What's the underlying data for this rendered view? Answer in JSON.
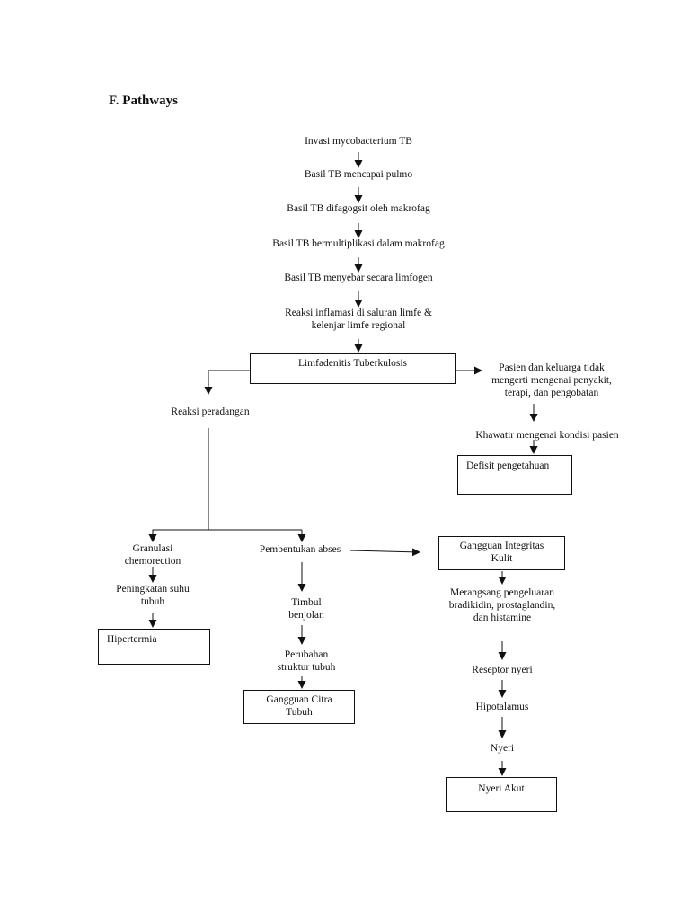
{
  "heading": "F. Pathways",
  "chain": {
    "invasi": "Invasi mycobacterium TB",
    "pulmo": "Basil TB mencapai pulmo",
    "difagosit": "Basil TB difagogsit oleh makrofag",
    "multiplikasi": "Basil TB bermultiplikasi dalam makrofag",
    "limfogen": "Basil TB menyebar secara limfogen",
    "inflamasi": "Reaksi inflamasi di saluran limfe &\nkelenjar limfe regional"
  },
  "center_box": "Limfadenitis Tuberkulosis",
  "left": {
    "peradangan": "Reaksi peradangan",
    "granulasi": "Granulasi\nchemorection",
    "suhu": "Peningkatan suhu\ntubuh",
    "hipertermia": "Hipertermia"
  },
  "middle": {
    "abses": "Pembentukan abses",
    "benjolan": "Timbul\nbenjolan",
    "struktur": "Perubahan\nstruktur tubuh",
    "citra": "Gangguan Citra\nTubuh"
  },
  "right": {
    "pasien": "Pasien dan keluarga tidak\nmengerti mengenai penyakit,\nterapi, dan pengobatan",
    "khawatir": "Khawatir mengenai kondisi pasien",
    "defisit": "Defisit pengetahuan",
    "integritas": "Gangguan Integritas\nKulit",
    "merangsang": "Merangsang pengeluaran\nbradikidin, prostaglandin,\ndan histamine",
    "reseptor": "Reseptor nyeri",
    "hipotalamus": "Hipotalamus",
    "nyeri": "Nyeri",
    "nyeri_akut": "Nyeri Akut"
  }
}
